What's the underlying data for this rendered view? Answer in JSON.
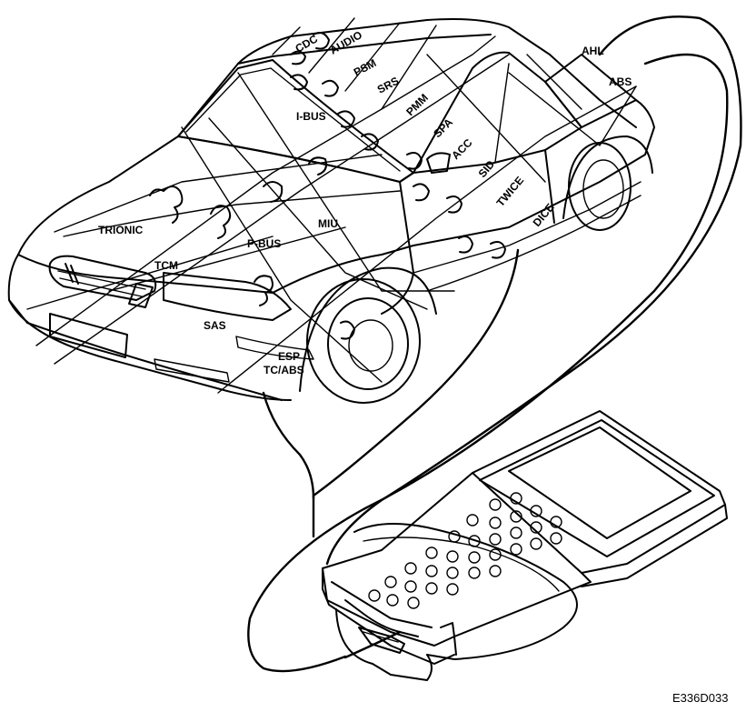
{
  "figure_id": "E336D033",
  "labels": {
    "cdc": "CDC",
    "audio": "AUDIO",
    "psm": "PSM",
    "srs": "SRS",
    "ibus": "I-BUS",
    "pmm": "PMM",
    "spa": "SPA",
    "acc": "ACC",
    "sid": "SID",
    "twice": "TWICE",
    "dice": "DICE",
    "ahl": "AHL",
    "abs": "ABS",
    "trionic": "TRIONIC",
    "miu": "MIU",
    "pbus": "P-BUS",
    "tcm": "TCM",
    "sas": "SAS",
    "esp_line1": "ESP",
    "esp_line2": "TC/ABS"
  }
}
